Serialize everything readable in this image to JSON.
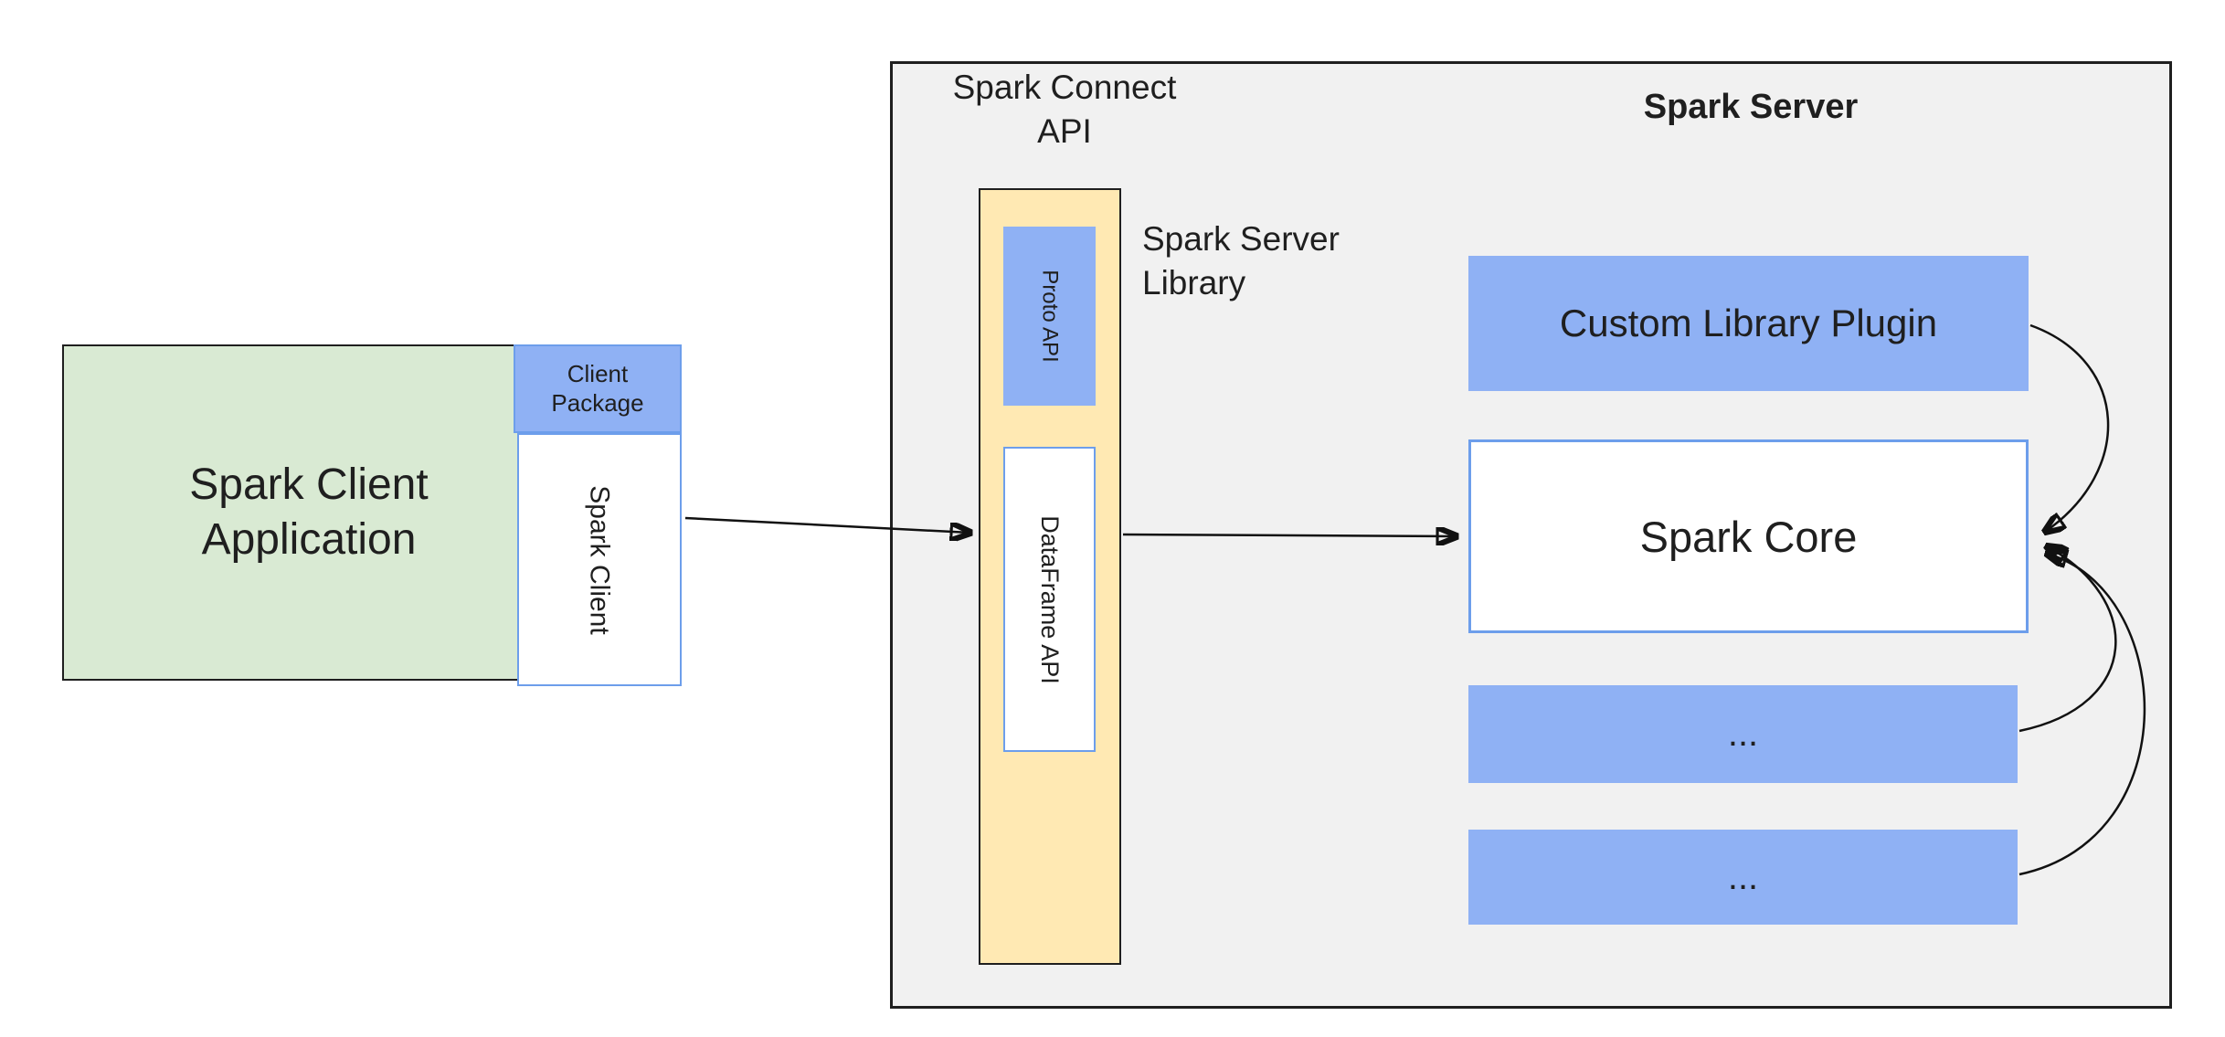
{
  "client": {
    "app_label": "Spark Client Application",
    "package_label": "Client Package",
    "spark_client_label": "Spark Client"
  },
  "connect_api": {
    "label_line1": "Spark Connect",
    "label_line2": "API",
    "proto_label": "Proto API",
    "dataframe_label": "DataFrame API",
    "library_line1": "Spark Server",
    "library_line2": "Library"
  },
  "server": {
    "title": "Spark Server",
    "plugin_label": "Custom Library Plugin",
    "core_label": "Spark Core",
    "ellipsis1": "...",
    "ellipsis2": "..."
  },
  "colors": {
    "green_fill": "#d9ead3",
    "blue_fill": "#8fb1f4",
    "blue_border": "#6d9eeb",
    "yellow_fill": "#ffe9b3",
    "panel_fill": "#f1f1f1",
    "line": "#111111"
  }
}
